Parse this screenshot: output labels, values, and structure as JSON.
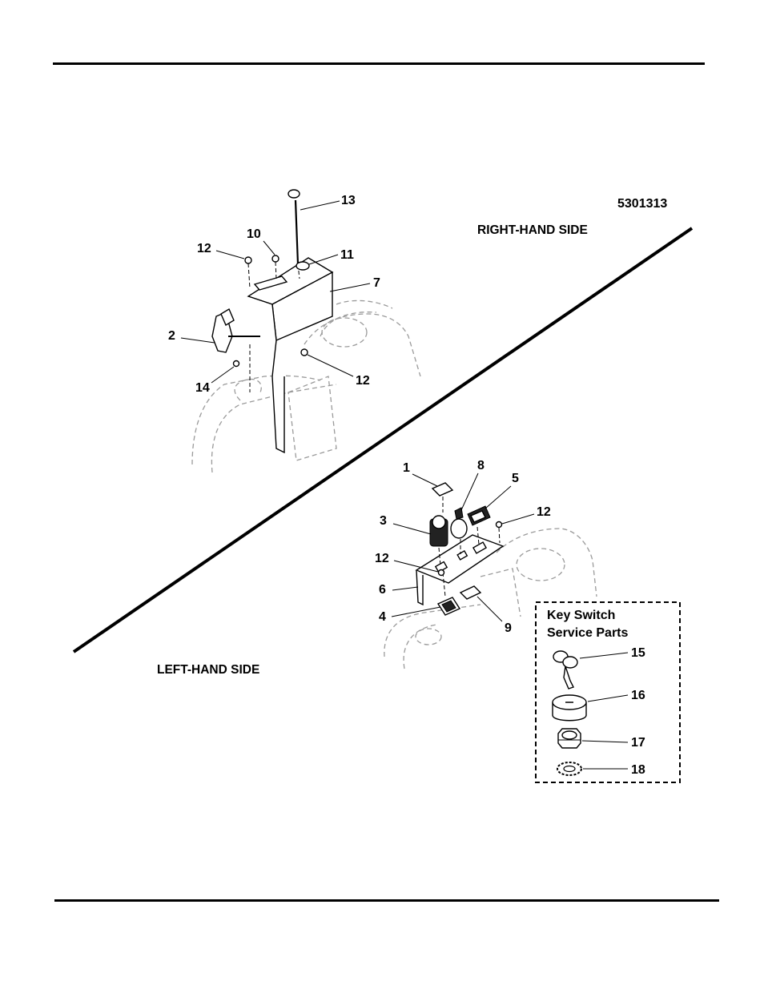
{
  "figure_number": "5301313",
  "sections": {
    "right": "RIGHT-HAND SIDE",
    "left": "LEFT-HAND SIDE"
  },
  "service_box": {
    "title_line1": "Key Switch",
    "title_line2": "Service Parts"
  },
  "callouts": {
    "c1": "1",
    "c2": "2",
    "c3": "3",
    "c4": "4",
    "c5": "5",
    "c6": "6",
    "c7": "7",
    "c8": "8",
    "c9": "9",
    "c10": "10",
    "c11": "11",
    "c12a": "12",
    "c12b": "12",
    "c12c": "12",
    "c12d": "12",
    "c13": "13",
    "c14": "14",
    "c15": "15",
    "c16": "16",
    "c17": "17",
    "c18": "18"
  }
}
